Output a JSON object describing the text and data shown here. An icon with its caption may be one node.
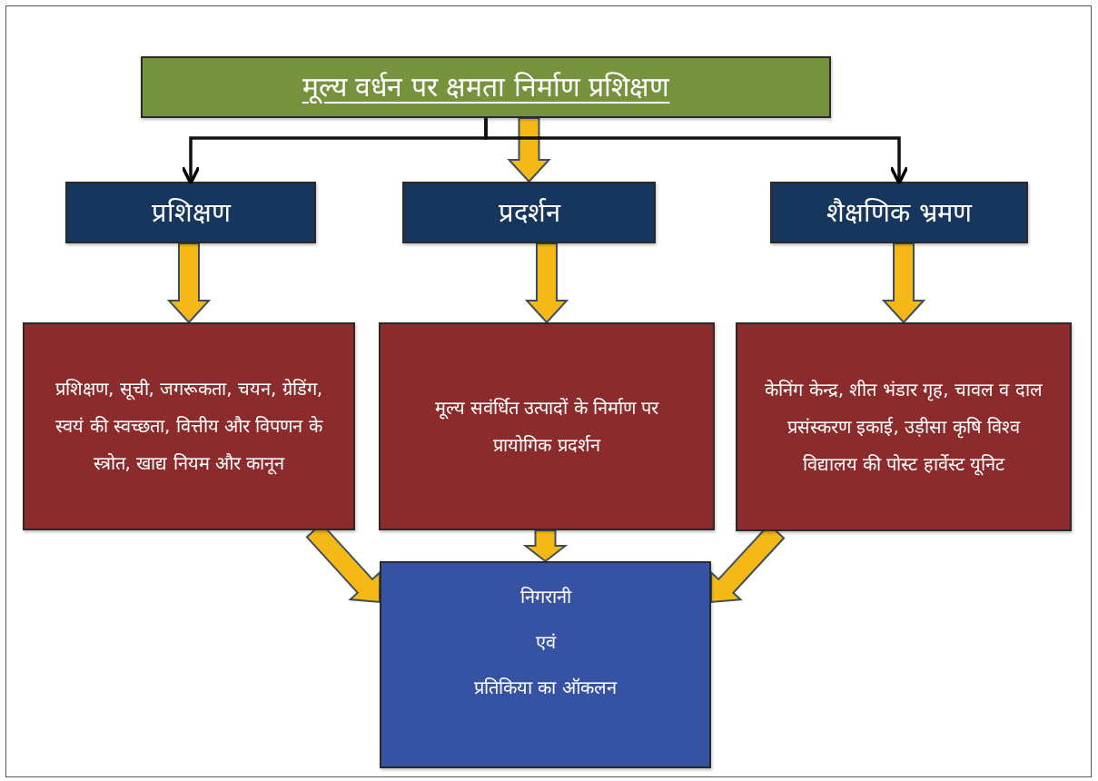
{
  "diagram": {
    "nodes": [
      {
        "text": [
          "मूल्य वर्धन पर क्षमता निर्माण प्रशिक्षण"
        ]
      },
      {
        "text": [
          "प्रशिक्षण"
        ]
      },
      {
        "text": [
          "प्रदर्शन"
        ]
      },
      {
        "text": [
          "शैक्षणिक भ्रमण"
        ]
      },
      {
        "text": [
          "प्रशिक्षण, सूची, जगरूकता, चयन, ग्रेडिंग, स्वयं की स्वच्छता, वित्तीय और विपणन के स्त्रोत, खाद्य नियम और कानून"
        ]
      },
      {
        "text": [
          "मूल्य सवंर्धित उत्पादों के निर्माण पर प्रायोगिक प्रदर्शन"
        ]
      },
      {
        "text": [
          "केनिंग केन्द्र, शीत भंडार गृह, चावल व दाल प्रसंस्करण इकाई, उड़ीसा कृषि विश्व विद्यालय की पोस्ट हार्वेस्ट यूनिट"
        ]
      },
      {
        "text": [
          "निगरानी",
          "एवं",
          "प्रतिकिया का ऑकलन"
        ]
      }
    ],
    "edges": [
      {
        "from": 0,
        "to": 1,
        "arrow": "to",
        "color": "#111111"
      },
      {
        "from": 0,
        "to": 2,
        "arrow": "to",
        "style": "thick"
      },
      {
        "from": 0,
        "to": 3,
        "arrow": "to",
        "color": "#111111"
      },
      {
        "from": 1,
        "to": 4,
        "arrow": "to",
        "style": "thick"
      },
      {
        "from": 2,
        "to": 5,
        "arrow": "to",
        "style": "thick"
      },
      {
        "from": 3,
        "to": 6,
        "arrow": "to",
        "style": "thick"
      },
      {
        "from": 4,
        "to": 7,
        "arrow": "to",
        "style": "thick"
      },
      {
        "from": 5,
        "to": 7,
        "arrow": "to",
        "style": "thick"
      },
      {
        "from": 6,
        "to": 7,
        "arrow": "to",
        "style": "thick"
      }
    ]
  }
}
